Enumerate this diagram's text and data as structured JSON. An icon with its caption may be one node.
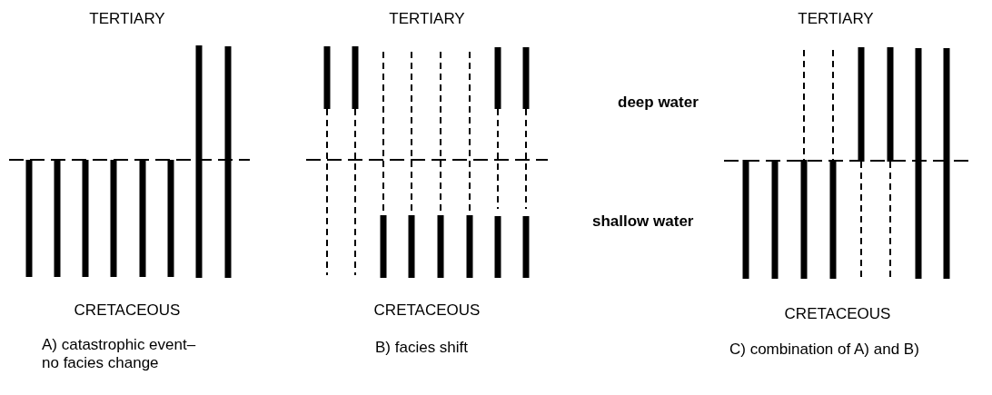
{
  "diagram": {
    "labels": [
      "TERTIARY",
      "TERTIARY",
      "TERTIARY",
      "deep water",
      "shallow water",
      "CRETACEOUS",
      "CRETACEOUS",
      "CRETACEOUS",
      "A) catastrophic event– no facies change",
      "B) facies shift",
      "C) combination of A) and B)"
    ]
  }
}
